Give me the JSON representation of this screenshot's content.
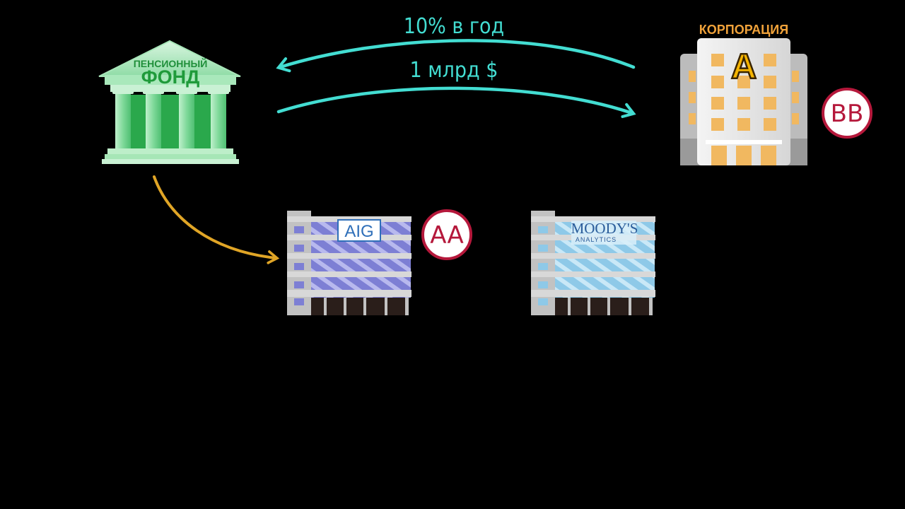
{
  "arrows": {
    "top_label": "10% в год",
    "bottom_label": "1 млрд $",
    "color": "#43ddd2",
    "fund_to_insurer_color": "#e0a526"
  },
  "pension_fund": {
    "label_small": "ПЕНСИОННЫЙ",
    "label_big": "ФОНД",
    "color": "#7fd99a"
  },
  "corporation": {
    "title": "КОРПОРАЦИЯ",
    "letter": "A",
    "rating": "BB"
  },
  "insurer": {
    "logo": "AIG",
    "rating": "AA",
    "color": "#7d7fd4"
  },
  "rating_agency": {
    "logo_main": "MOODY'S",
    "logo_sub": "ANALYTICS",
    "color": "#8ec9e8"
  },
  "rating_badge_color": "#b5183b"
}
